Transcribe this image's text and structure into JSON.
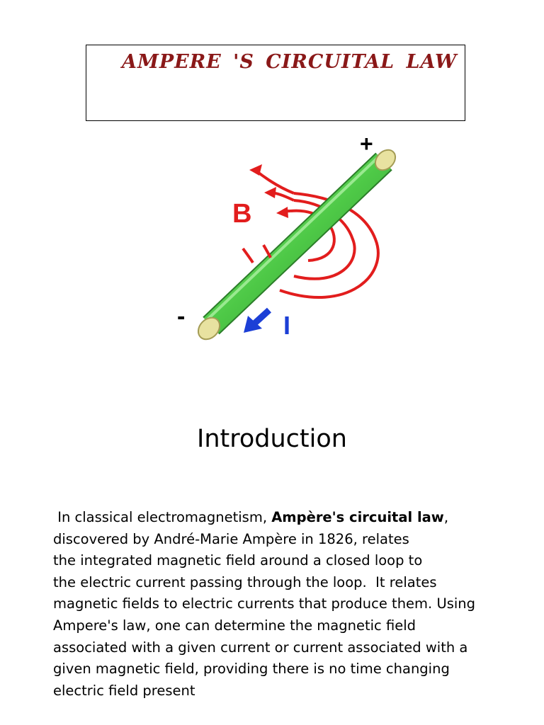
{
  "title": "Ampere 's  Circuital  Law",
  "figure": {
    "plus_label": "+",
    "minus_label": "-",
    "field_label": "B",
    "current_label": "I",
    "colors": {
      "wire": "#55d44f",
      "field": "#e21d1d",
      "current": "#1c3fd6",
      "end_cap": "#e8e2a0"
    }
  },
  "heading": "Introduction",
  "paragraph": {
    "line1_prefix": " In classical electromagnetism, ",
    "line1_bold": "Ampère's circuital law",
    "line1_suffix": ",",
    "lines": [
      "discovered by André-Marie Ampère in 1826, relates",
      "the integrated magnetic field around a closed loop to",
      "the electric current passing through the loop.  It relates",
      "magnetic fields to electric currents that produce them. Using",
      "Ampere's law, one can determine the magnetic field",
      "associated with a given current or current associated with a",
      "given magnetic field, providing there is no time changing",
      "electric field present"
    ]
  }
}
